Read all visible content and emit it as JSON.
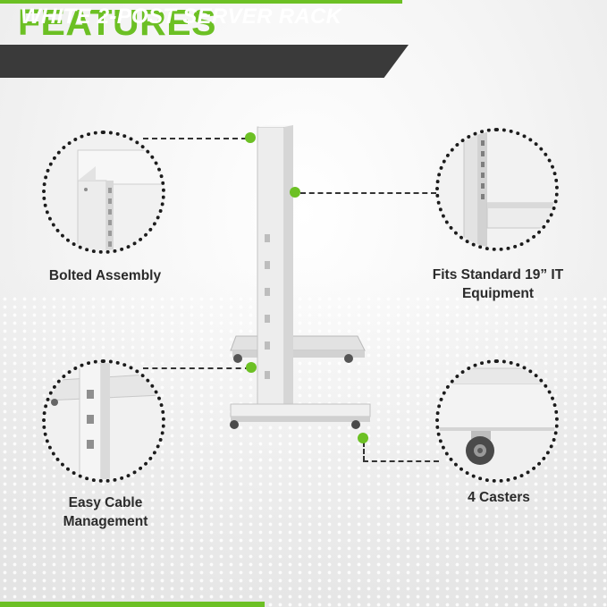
{
  "header": {
    "title": "FEATURES",
    "subtitle": "WHITE 2-POST SERVER RACK"
  },
  "features": [
    {
      "label": "Bolted Assembly"
    },
    {
      "label": "Fits Standard 19” IT Equipment"
    },
    {
      "label": "Easy Cable Management"
    },
    {
      "label": "4 Casters"
    }
  ],
  "colors": {
    "accent": "#6cc024",
    "banner": "#3a3a3a",
    "title": "#6cc024"
  },
  "icons": [
    "rack-photo",
    "callout-dot",
    "circle-detail"
  ]
}
